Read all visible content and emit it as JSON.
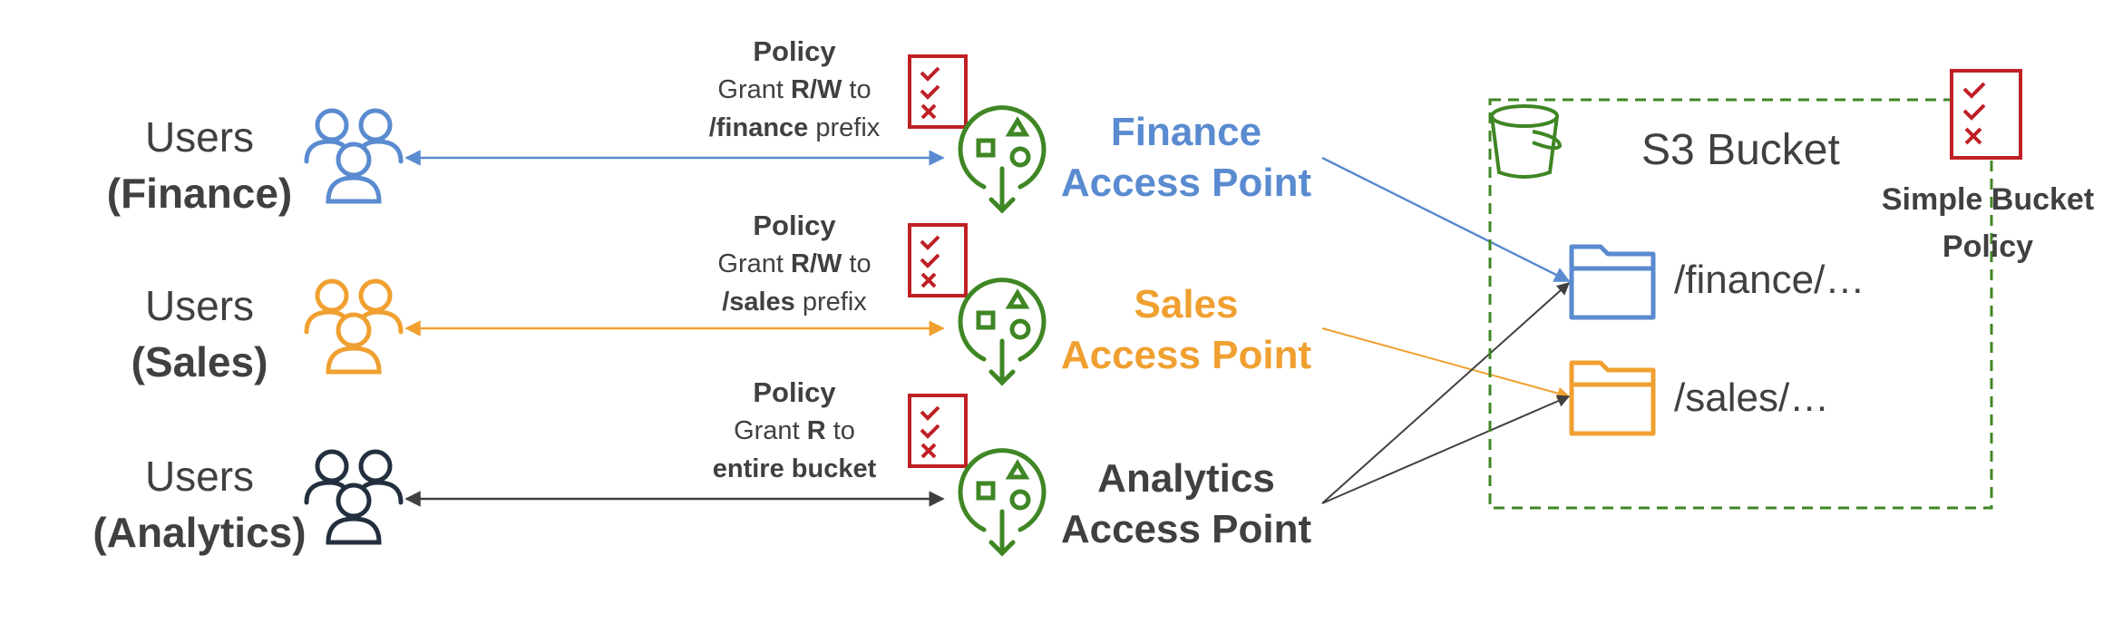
{
  "colors": {
    "finance": "#5A8BD0",
    "sales": "#F0A030",
    "analytics": "#232F3E",
    "access_point_green": "#3F8624",
    "policy_red": "#BF2025",
    "text": "#404040"
  },
  "rows": [
    {
      "key": "finance",
      "users_title": "Users",
      "users_group": "(Finance)",
      "policy_title": "Policy",
      "policy_line1_pre": "Grant ",
      "policy_line1_bold": "R/W",
      "policy_line1_post": " to",
      "policy_line2_bold": "/finance",
      "policy_line2_post": " prefix",
      "ap_line1": "Finance",
      "ap_line2": "Access Point"
    },
    {
      "key": "sales",
      "users_title": "Users",
      "users_group": "(Sales)",
      "policy_title": "Policy",
      "policy_line1_pre": "Grant ",
      "policy_line1_bold": "R/W",
      "policy_line1_post": " to",
      "policy_line2_bold": "/sales",
      "policy_line2_post": " prefix",
      "ap_line1": "Sales",
      "ap_line2": "Access Point"
    },
    {
      "key": "analytics",
      "users_title": "Users",
      "users_group": "(Analytics)",
      "policy_title": "Policy",
      "policy_line1_pre": "Grant ",
      "policy_line1_bold": "R",
      "policy_line1_post": " to",
      "policy_line2_bold": "entire bucket",
      "policy_line2_post": "",
      "ap_line1": "Analytics",
      "ap_line2": "Access Point"
    }
  ],
  "bucket": {
    "title": "S3 Bucket",
    "folders": [
      "/finance/…",
      "/sales/…"
    ],
    "policy_line1": "Simple Bucket",
    "policy_line2": "Policy"
  },
  "icons": {
    "users": "users-group-icon",
    "policy": "policy-checklist-icon",
    "access_point": "s3-access-point-icon",
    "bucket": "s3-bucket-icon",
    "folder": "folder-icon"
  }
}
